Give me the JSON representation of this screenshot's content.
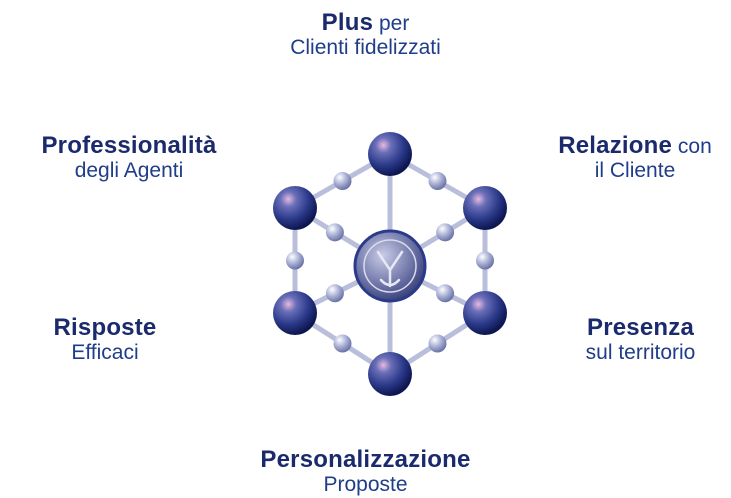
{
  "labels": {
    "top": {
      "bold": "Plus",
      "rest": " per",
      "line2": "Clienti fidelizzati"
    },
    "top_left": {
      "bold": "Professionalità",
      "line2": "degli Agenti"
    },
    "top_right": {
      "bold": "Relazione",
      "rest": " con",
      "line2": "il Cliente"
    },
    "bottom_left": {
      "bold": "Risposte",
      "line2": "Efficaci"
    },
    "bottom_right": {
      "bold": "Presenza",
      "line2": "sul territorio"
    },
    "bottom": {
      "bold": "Personalizzazione",
      "line2": "Proposte"
    }
  },
  "colors": {
    "text_bold": "#1a2a6c",
    "text_light": "#1f3d8a",
    "big_sphere": "#2b3a8a",
    "small_sphere": "#9aa2c8",
    "rod": "#c9cde3"
  },
  "center_emblem": "seal-emblem"
}
